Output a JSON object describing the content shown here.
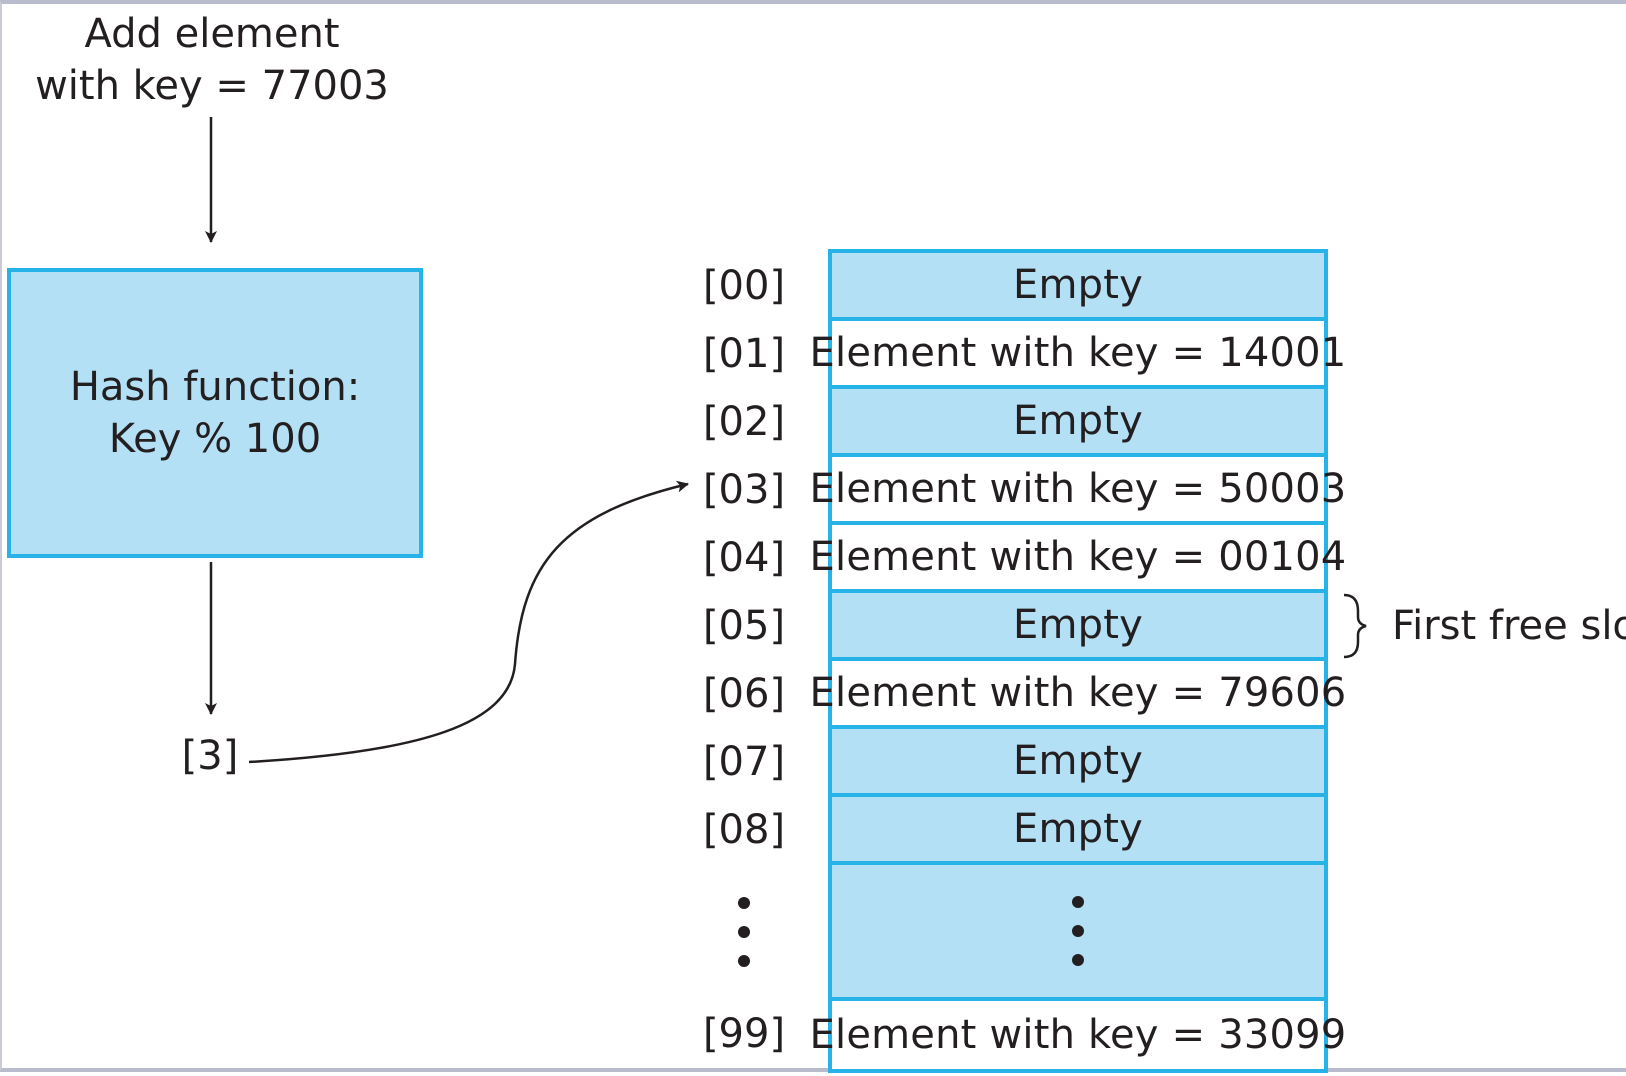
{
  "caption": {
    "line1": "Add element",
    "line2": "with key = 77003"
  },
  "hash_box": {
    "line1": "Hash function:",
    "line2": "Key % 100"
  },
  "hash_result": "[3]",
  "table": {
    "slots": [
      {
        "index": "[00]",
        "content": "Empty",
        "state": "empty"
      },
      {
        "index": "[01]",
        "content": "Element with key = 14001",
        "state": "filled"
      },
      {
        "index": "[02]",
        "content": "Empty",
        "state": "empty"
      },
      {
        "index": "[03]",
        "content": "Element with key = 50003",
        "state": "filled"
      },
      {
        "index": "[04]",
        "content": "Element with key = 00104",
        "state": "filled"
      },
      {
        "index": "[05]",
        "content": "Empty",
        "state": "empty"
      },
      {
        "index": "[06]",
        "content": "Element with key = 79606",
        "state": "filled"
      },
      {
        "index": "[07]",
        "content": "Empty",
        "state": "empty"
      },
      {
        "index": "[08]",
        "content": "Empty",
        "state": "empty"
      }
    ],
    "last_slot": {
      "index": "[99]",
      "content": "Element with key = 33099",
      "state": "filled"
    }
  },
  "annotation": {
    "first_free_slot": "First free slot"
  },
  "colors": {
    "cell_fill": "#b3e0f5",
    "border": "#27b3e7",
    "ink": "#231f20"
  }
}
